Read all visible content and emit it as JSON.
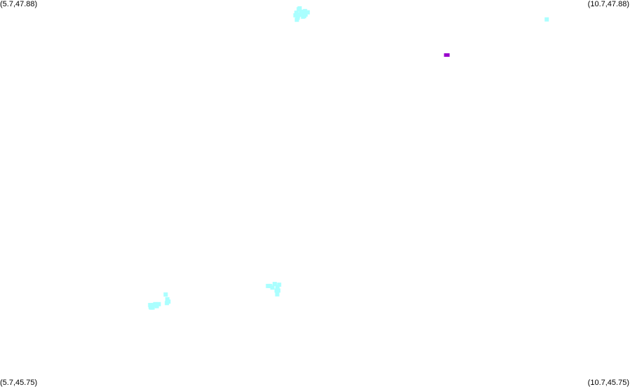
{
  "corners": {
    "top_left": "(5.7,47.88)",
    "top_right": "(10.7,47.88)",
    "bottom_left": "(5.7,45.75)",
    "bottom_right": "(10.7,45.75)"
  },
  "extent": {
    "lon_min": 5.7,
    "lon_max": 10.7,
    "lat_min": 45.75,
    "lat_max": 47.88
  },
  "colors": {
    "background": "#ffffff",
    "cluster_marker": "#aaffff",
    "highlight_marker": "#9900cc"
  },
  "markers": {
    "cluster": [
      [
        8.078,
        47.834
      ],
      [
        8.101,
        47.815
      ],
      [
        8.115,
        47.792
      ],
      [
        8.112,
        47.808
      ],
      [
        8.092,
        47.799
      ],
      [
        8.062,
        47.782
      ],
      [
        8.067,
        47.799
      ],
      [
        8.125,
        47.8
      ],
      [
        8.142,
        47.812
      ],
      [
        8.105,
        47.788
      ],
      [
        8.056,
        47.771
      ],
      [
        8.065,
        47.791
      ],
      [
        8.045,
        47.796
      ],
      [
        8.071,
        47.829
      ],
      [
        8.053,
        47.81
      ],
      [
        8.088,
        47.81
      ],
      [
        8.121,
        47.819
      ],
      [
        7.88,
        46.317
      ],
      [
        7.915,
        46.313
      ],
      [
        7.895,
        46.281
      ],
      [
        7.9,
        46.26
      ],
      [
        7.827,
        46.306
      ],
      [
        7.844,
        46.306
      ],
      [
        7.862,
        46.297
      ],
      [
        7.902,
        46.301
      ],
      [
        7.909,
        46.281
      ],
      [
        6.892,
        46.201
      ],
      [
        6.899,
        46.187
      ],
      [
        6.917,
        46.201
      ],
      [
        6.932,
        46.206
      ],
      [
        6.944,
        46.195
      ],
      [
        6.96,
        46.206
      ],
      [
        6.911,
        46.187
      ],
      [
        6.895,
        46.192
      ],
      [
        7.015,
        46.259
      ],
      [
        7.028,
        46.233
      ],
      [
        7.025,
        46.212
      ],
      [
        7.037,
        46.22
      ],
      [
        10.039,
        47.773
      ]
    ],
    "highlight": [
      [
        9.246,
        47.577
      ]
    ]
  }
}
